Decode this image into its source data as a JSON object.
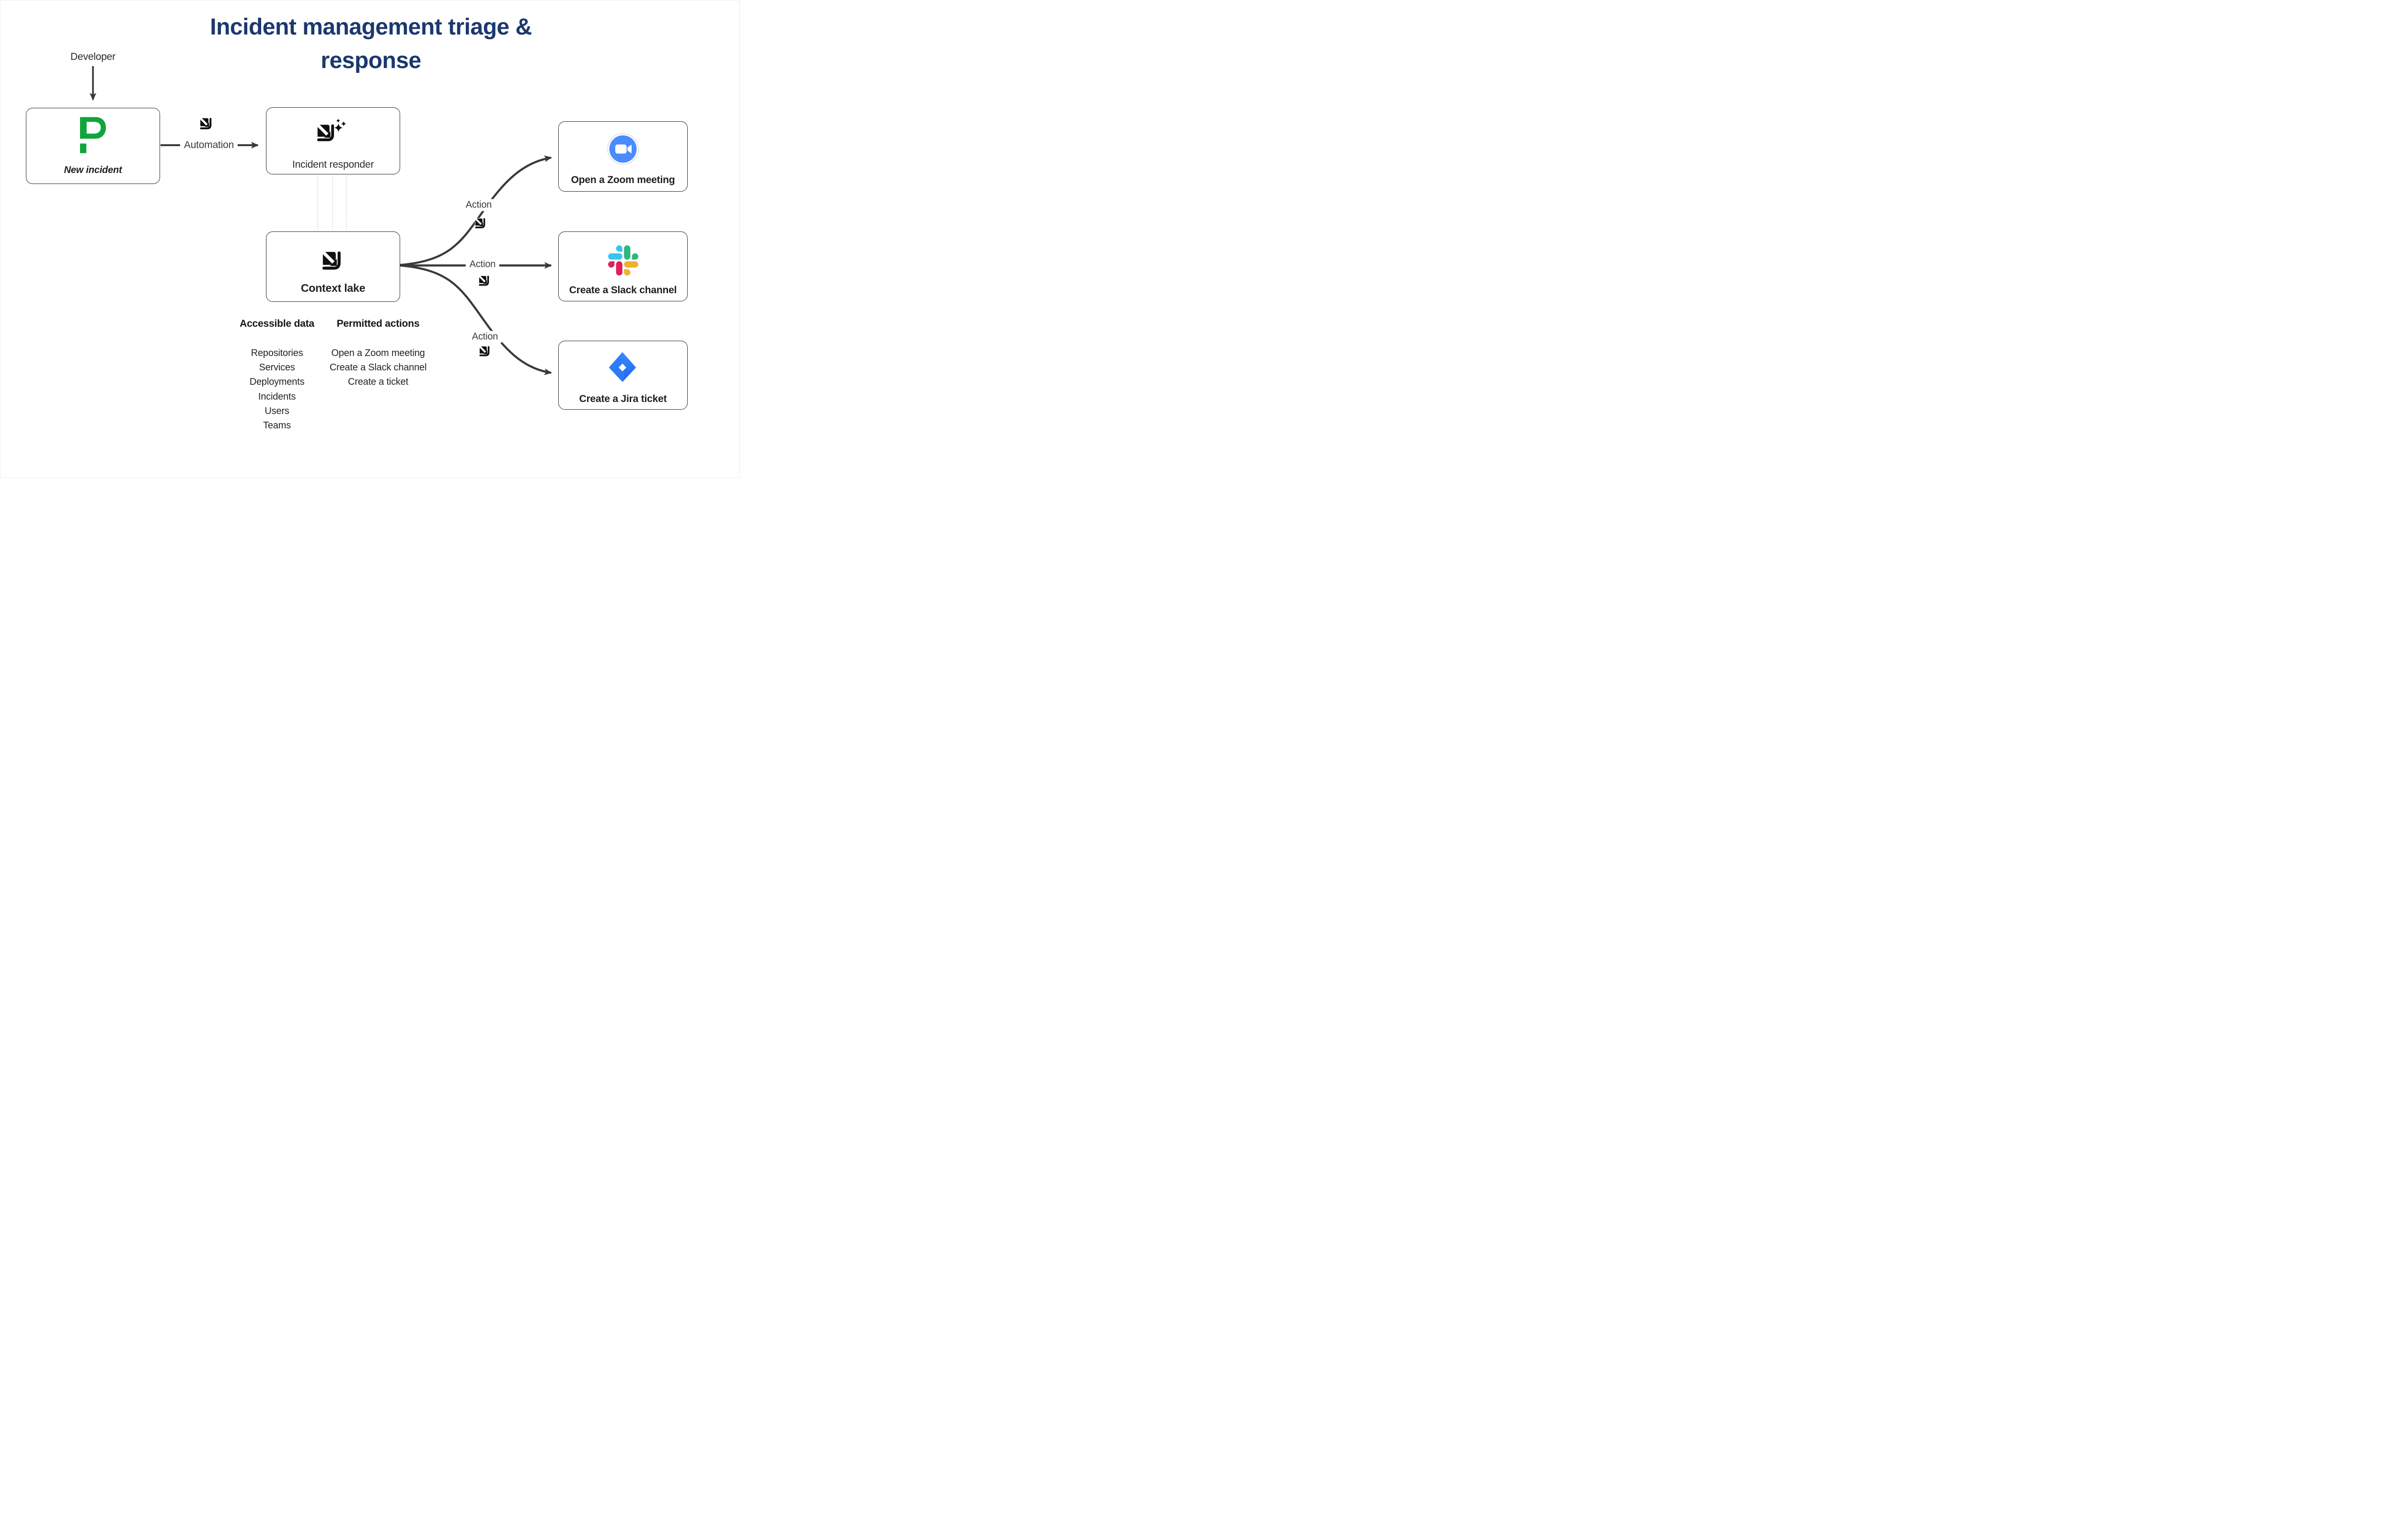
{
  "title": {
    "line1": "Incident management triage &",
    "line2": "response"
  },
  "colors": {
    "title-navy": "#1b386e",
    "arrow-dark": "#3a3a3a",
    "box-border": "#2d2d2d",
    "text-dark": "#1e1e1e",
    "label-gray": "#3c3c3c",
    "dotted-gray": "#979797",
    "pd-green": "#10a43c",
    "zoom-blue": "#4a8cff",
    "slack-blue": "#36c5f0",
    "slack-green": "#2eb67d",
    "slack-red": "#e01e5a",
    "slack-yellow": "#ecb22e",
    "jira-blue-light": "#3a8bff",
    "jira-blue-dark": "#1f66ea",
    "icon-black": "#0f0f0f"
  },
  "nodes": {
    "developer": {
      "label": "Developer"
    },
    "new_incident": {
      "label": "New incident",
      "icon": "pagerduty-p-icon"
    },
    "automation": {
      "label": "Automation",
      "icon": "ingest-arrow-icon"
    },
    "incident_responder": {
      "label": "Incident responder",
      "icon": "ingest-arrow-sparkles-icon"
    },
    "context_lake": {
      "label": "Context lake",
      "icon": "ingest-arrow-icon"
    },
    "zoom": {
      "label": "Open a Zoom meeting",
      "icon": "zoom-camera-icon"
    },
    "slack": {
      "label": "Create a Slack channel",
      "icon": "slack-logo-icon"
    },
    "jira": {
      "label": "Create a Jira ticket",
      "icon": "jira-logo-icon"
    }
  },
  "edges": {
    "action_labels": [
      "Action",
      "Action",
      "Action"
    ]
  },
  "lists": {
    "accessible_data": {
      "header": "Accessible data",
      "items": [
        "Repositories",
        "Services",
        "Deployments",
        "Incidents",
        "Users",
        "Teams"
      ]
    },
    "permitted_actions": {
      "header": "Permitted actions",
      "items": [
        "Open a Zoom meeting",
        "Create a Slack channel",
        "Create a ticket"
      ]
    }
  }
}
